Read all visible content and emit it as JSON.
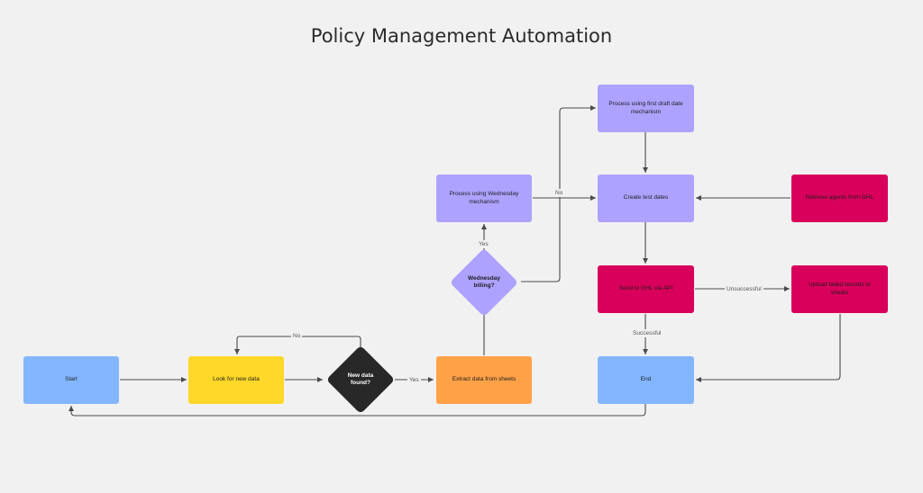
{
  "title": "Policy Management Automation",
  "colors": {
    "blue": "#84b6ff",
    "yellow": "#ffd829",
    "dark": "#282828",
    "orange": "#ffa147",
    "purple": "#ada2ff",
    "magenta": "#d9005b",
    "edge": "#4a4a4a"
  },
  "nodes": {
    "start": "Start",
    "look": "Look for new data",
    "found": "New data found?",
    "extract": "Extract data from sheets",
    "wednesday": "Wednesday billing?",
    "proc_wed": "Process using Wednesday mechanism",
    "proc_first": "Process using first draft date mechanism",
    "create": "Create test dates",
    "retrieve": "Retrieve agents from GHL",
    "send": "Send to GHL via API",
    "upload": "Upload failed records to sheets",
    "end": "End"
  },
  "edge_labels": {
    "no_loop": "No",
    "yes_found": "Yes",
    "yes_wed": "Yes",
    "no_wed": "No",
    "unsuccessful": "Unsuccessful",
    "successful": "Successful"
  }
}
